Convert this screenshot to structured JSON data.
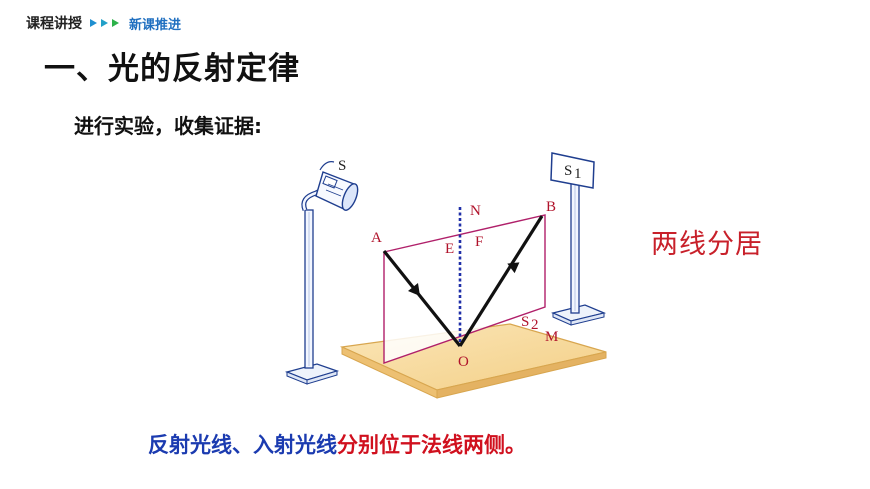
{
  "header": {
    "title": "课程讲授",
    "subtitle": "新课推进"
  },
  "section_title": "一、光的反射定律",
  "subtitle": "进行实验，收集证据:",
  "diagram": {
    "labels": {
      "S": "S",
      "S1": "S",
      "S1_sub": "1",
      "N": "N",
      "A": "A",
      "B": "B",
      "E": "E",
      "F": "F",
      "S2": "S",
      "S2_sub": "2",
      "M": "M",
      "O": "O"
    }
  },
  "side_note": "两线分居",
  "conclusion": {
    "part1": "反射光线、入射光线",
    "part2": "分别位于法线两侧。"
  }
}
